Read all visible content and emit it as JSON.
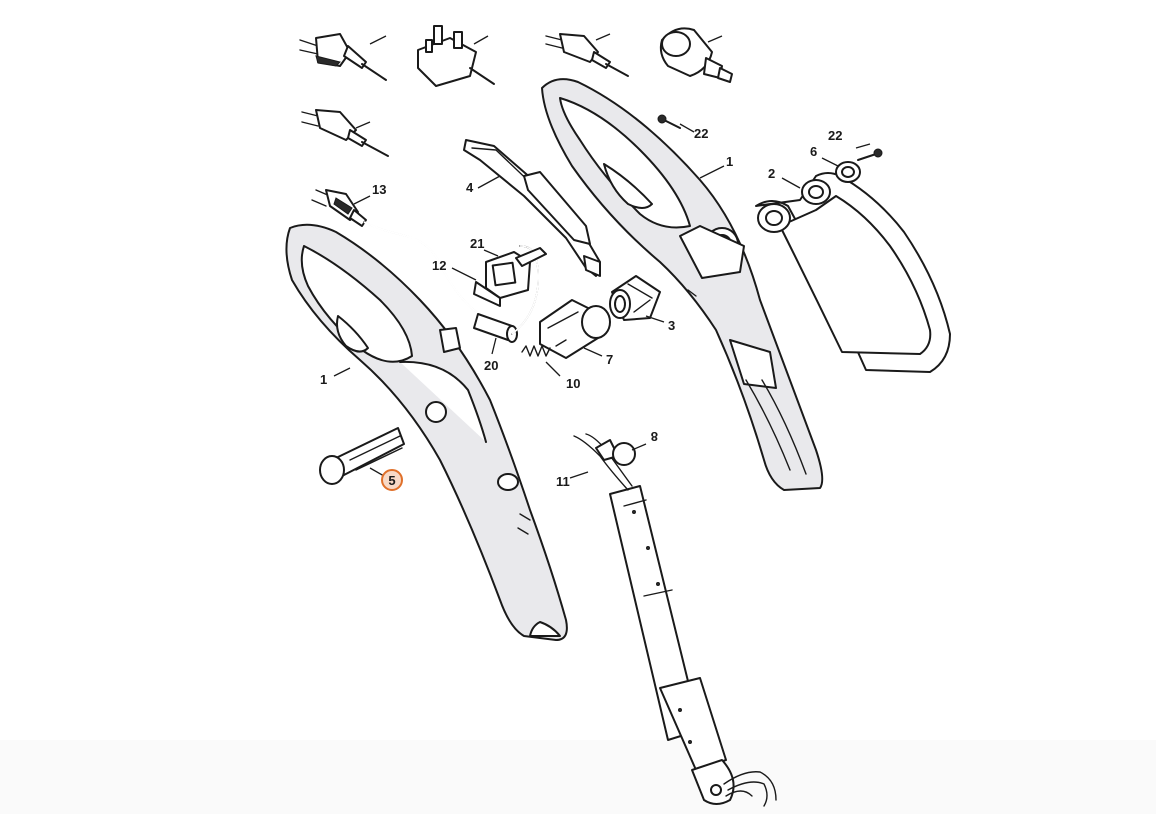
{
  "diagram": {
    "selected_part": "5",
    "callouts": [
      {
        "id": "c-13",
        "label": "13"
      },
      {
        "id": "c-4",
        "label": "4"
      },
      {
        "id": "c-22a",
        "label": "22"
      },
      {
        "id": "c-1a",
        "label": "1"
      },
      {
        "id": "c-22b",
        "label": "22"
      },
      {
        "id": "c-6",
        "label": "6"
      },
      {
        "id": "c-2",
        "label": "2"
      },
      {
        "id": "c-21",
        "label": "21"
      },
      {
        "id": "c-12",
        "label": "12"
      },
      {
        "id": "c-3",
        "label": "3"
      },
      {
        "id": "c-7",
        "label": "7"
      },
      {
        "id": "c-20",
        "label": "20"
      },
      {
        "id": "c-10",
        "label": "10"
      },
      {
        "id": "c-1b",
        "label": "1"
      },
      {
        "id": "c-5",
        "label": "5"
      },
      {
        "id": "c-8",
        "label": "8"
      },
      {
        "id": "c-11",
        "label": "11"
      }
    ]
  }
}
